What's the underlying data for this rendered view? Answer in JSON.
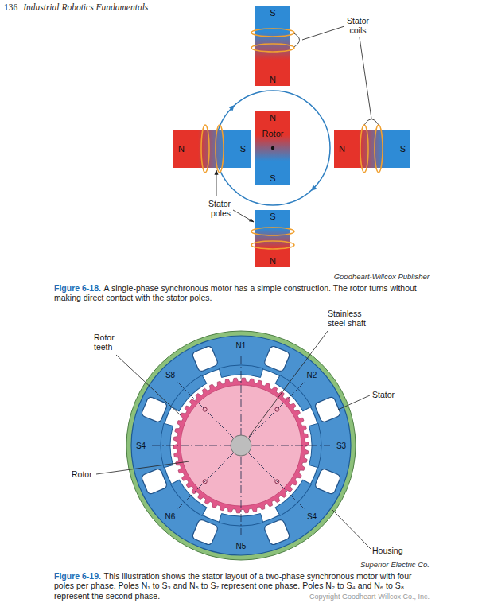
{
  "diagram": {
    "nodes": [
      {
        "text": [
          "S",
          "N"
        ]
      },
      {
        "text": [
          "N",
          "S"
        ]
      },
      {
        "text": [
          "N",
          "Rotor",
          "S"
        ]
      },
      {
        "text": [
          "N",
          "S"
        ]
      },
      {
        "text": [
          "S",
          "N"
        ]
      }
    ],
    "labels": [
      "136",
      "Industrial Robotics Fundamentals",
      "Stator coils",
      "Stator poles",
      "Goodheart-Willcox Publisher",
      "Figure 6-18.",
      "A single-phase synchronous motor has a simple construction. The rotor turns without making direct contact with the stator poles.",
      "Stainless steel shaft",
      "Rotor teeth",
      "Stator",
      "Rotor",
      "Housing",
      "N1",
      "N2",
      "S3",
      "S4",
      "N5",
      "N6",
      "S4",
      "S8",
      "Superior Electric Co.",
      "Figure 6-19.",
      "This illustration shows the stator layout of a two-phase synchronous motor with four poles per phase. Poles N₁ to S₃ and N₅ to S₇ represent one phase. Poles N₂ to S₄ and N₆ to S₈ represent the second phase.",
      "Copyright Goodheart-Willcox Co., Inc."
    ]
  }
}
